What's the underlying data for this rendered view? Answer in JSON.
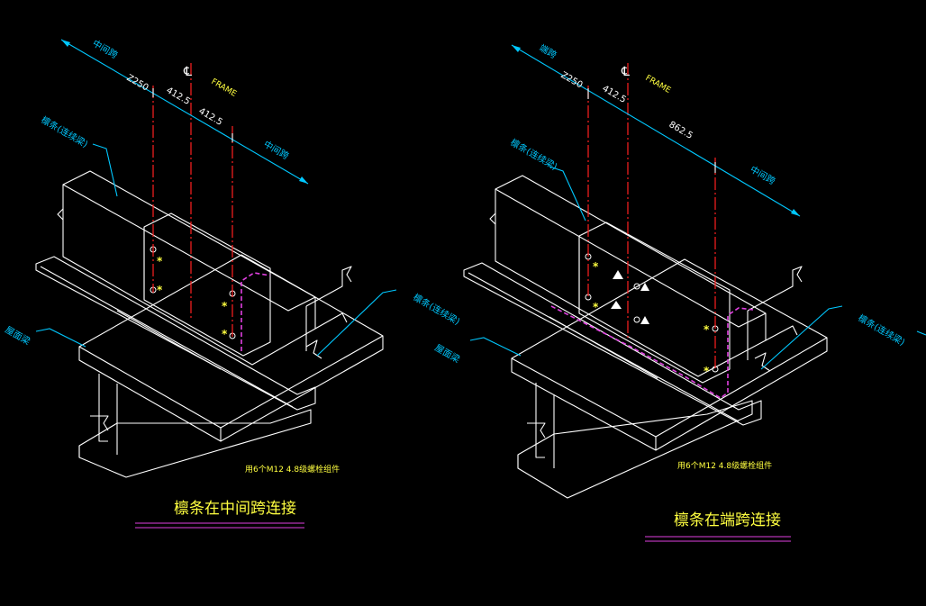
{
  "left": {
    "dim_outer": "Z250",
    "dim_a": "412.5",
    "dim_b": "412.5",
    "centerline": "FRAME",
    "span_left": "中间跨",
    "span_right": "中间跨",
    "purlin_label": "檩条(连续梁)",
    "support_label": "檩条(连续梁)",
    "beam_label": "屋面梁",
    "bolt_note": "用6个M12 4.8级螺栓组件",
    "title": "檩条在中间跨连接"
  },
  "right": {
    "dim_outer": "Z250",
    "dim_a": "412.5",
    "dim_b": "862.5",
    "centerline": "FRAME",
    "span_left": "端跨",
    "span_right": "中间跨",
    "purlin_label": "檩条(连续梁)",
    "support_label": "檩条(连续梁)",
    "beam_label": "屋面梁",
    "bolt_note": "用6个M12 4.8级螺栓组件",
    "title": "檩条在端跨连接"
  },
  "colors": {
    "lines": "#ffffff",
    "leaders": "#00c8ff",
    "centerlines": "#ff2020",
    "hidden": "#e040e0",
    "text": "#ffff40"
  }
}
